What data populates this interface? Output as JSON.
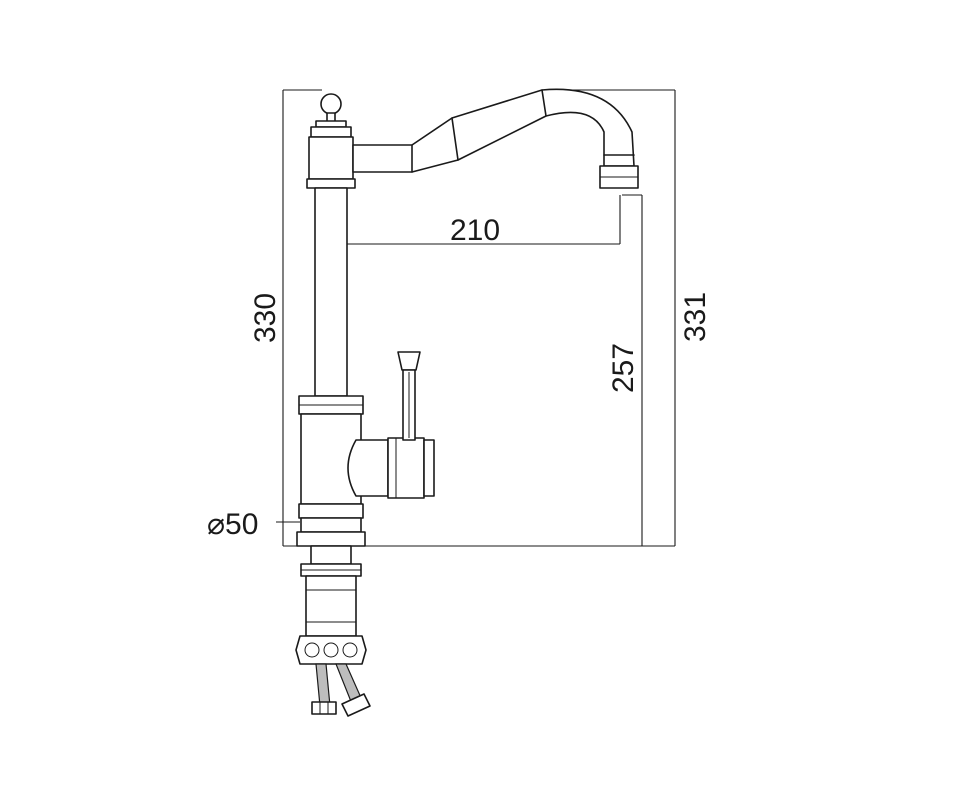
{
  "dimensions": {
    "overall_height": "330",
    "total_height": "331",
    "spout_reach": "210",
    "spout_clearance": "257",
    "base_diameter": "⌀50"
  },
  "colors": {
    "line": "#1a1a1a",
    "background": "#ffffff"
  }
}
